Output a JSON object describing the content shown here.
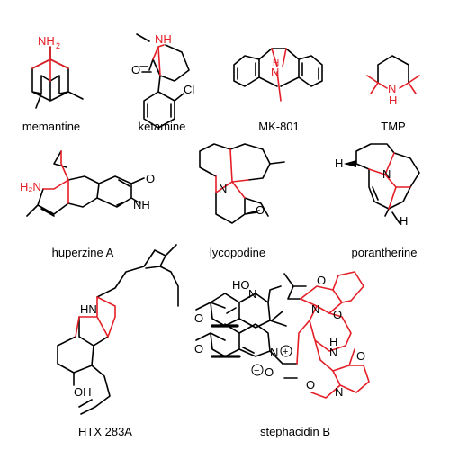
{
  "colors": {
    "nitrogen_scaffold": "#e41e26",
    "bonds": "#000000",
    "background": "#ffffff"
  },
  "compounds": [
    {
      "name": "memantine",
      "atoms": {
        "amine": "NH",
        "amine_sub": "2"
      }
    },
    {
      "name": "ketamine",
      "atoms": {
        "amine": "NH",
        "carbonyl": "O",
        "chloro": "Cl"
      }
    },
    {
      "name": "MK-801",
      "atoms": {
        "amine": "N",
        "amine_h": "H"
      }
    },
    {
      "name": "TMP",
      "atoms": {
        "amine": "N",
        "amine_h": "H"
      }
    },
    {
      "name": "huperzine A",
      "atoms": {
        "amine": "H₂N",
        "lactam_n": "NH",
        "carbonyl": "O"
      }
    },
    {
      "name": "lycopodine",
      "atoms": {
        "amine": "N",
        "carbonyl": "O"
      }
    },
    {
      "name": "porantherine",
      "atoms": {
        "amine": "N",
        "h_top": "H",
        "h_bottom": "H"
      }
    },
    {
      "name": "HTX 283A",
      "atoms": {
        "amine": "HN",
        "hydroxyl": "OH"
      }
    },
    {
      "name": "stephacidin B",
      "atoms": {
        "hydroxyl": "HO",
        "n_top": "N",
        "o_top": "O",
        "o_left": "O",
        "n_bottom": "N",
        "o_bottom": "O",
        "charge_minus": "−",
        "charge_plus": "+",
        "amide_o1": "O",
        "amide_o2": "O",
        "amide_n1": "N",
        "amide_o3": "O",
        "amide_nh": "H",
        "amide_n2": "N",
        "amide_n3": "N",
        "amide_o4": "O"
      }
    }
  ]
}
